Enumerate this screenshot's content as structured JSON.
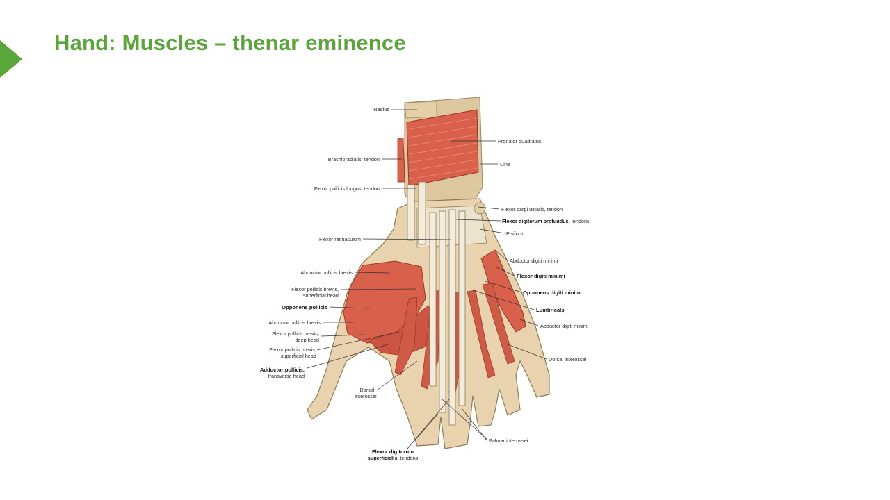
{
  "slide": {
    "title": "Hand: Muscles – thenar eminence",
    "accent_color": "#5aa63a"
  },
  "figure": {
    "labels": {
      "radius": "Radius",
      "pronator_quadratus": "Pronator quadratus",
      "brachioradialis_tendon": "Brachioradialis, tendon",
      "ulna": "Ulna",
      "fpl_tendon": "Flexor pollicis longus, tendon",
      "fcu_tendon": "Flexor carpi ulnaris, tendon",
      "fdp_bold": "Flexor digitorum profundus,",
      "fdp_rest": " tendons",
      "pisiform": "Pisiform",
      "flexor_retinaculum": "Flexor retinaculum",
      "abd_dig_min_1": "Abductor digiti minimi",
      "abd_poll_brevis_1": "Abductor pollicis brevis",
      "flexor_digiti_minimi": "Flexor digiti minimi",
      "fpb_superficial_1a": "Flexor pollicis brevis,",
      "fpb_superficial_1b": "superficial head",
      "opponens_digiti_minimi": "Opponens digiti minimi",
      "opponens_pollicis": "Opponens pollicis",
      "lumbricals": "Lumbricals",
      "abd_poll_brevis_2": "Abductor pollicis brevis",
      "abd_dig_min_2": "Abductor digiti minimi",
      "fpb_deep_a": "Flexor pollicis brevis,",
      "fpb_deep_b": "deep head",
      "fpb_superficial_2a": "Flexor pollicis brevis,",
      "fpb_superficial_2b": "superficial head",
      "dorsal_interossei_right": "Dorsal interossei",
      "adductor_a": "Adductor pollicis,",
      "adductor_b": "transverse head",
      "dorsal_interossei_left_a": "Dorsal",
      "dorsal_interossei_left_b": "interossei",
      "palmar_interossei": "Palmar interossei",
      "fds_a": "Flexor digitorum",
      "fds_b_bold": "superficialis,",
      "fds_b_rest": " tendons"
    },
    "colors": {
      "skin": "#e8d3ae",
      "bone": "#d9c59c",
      "muscle": "#d9604a",
      "muscle_dark": "#b8402e",
      "tendon": "#ede6d3"
    }
  }
}
